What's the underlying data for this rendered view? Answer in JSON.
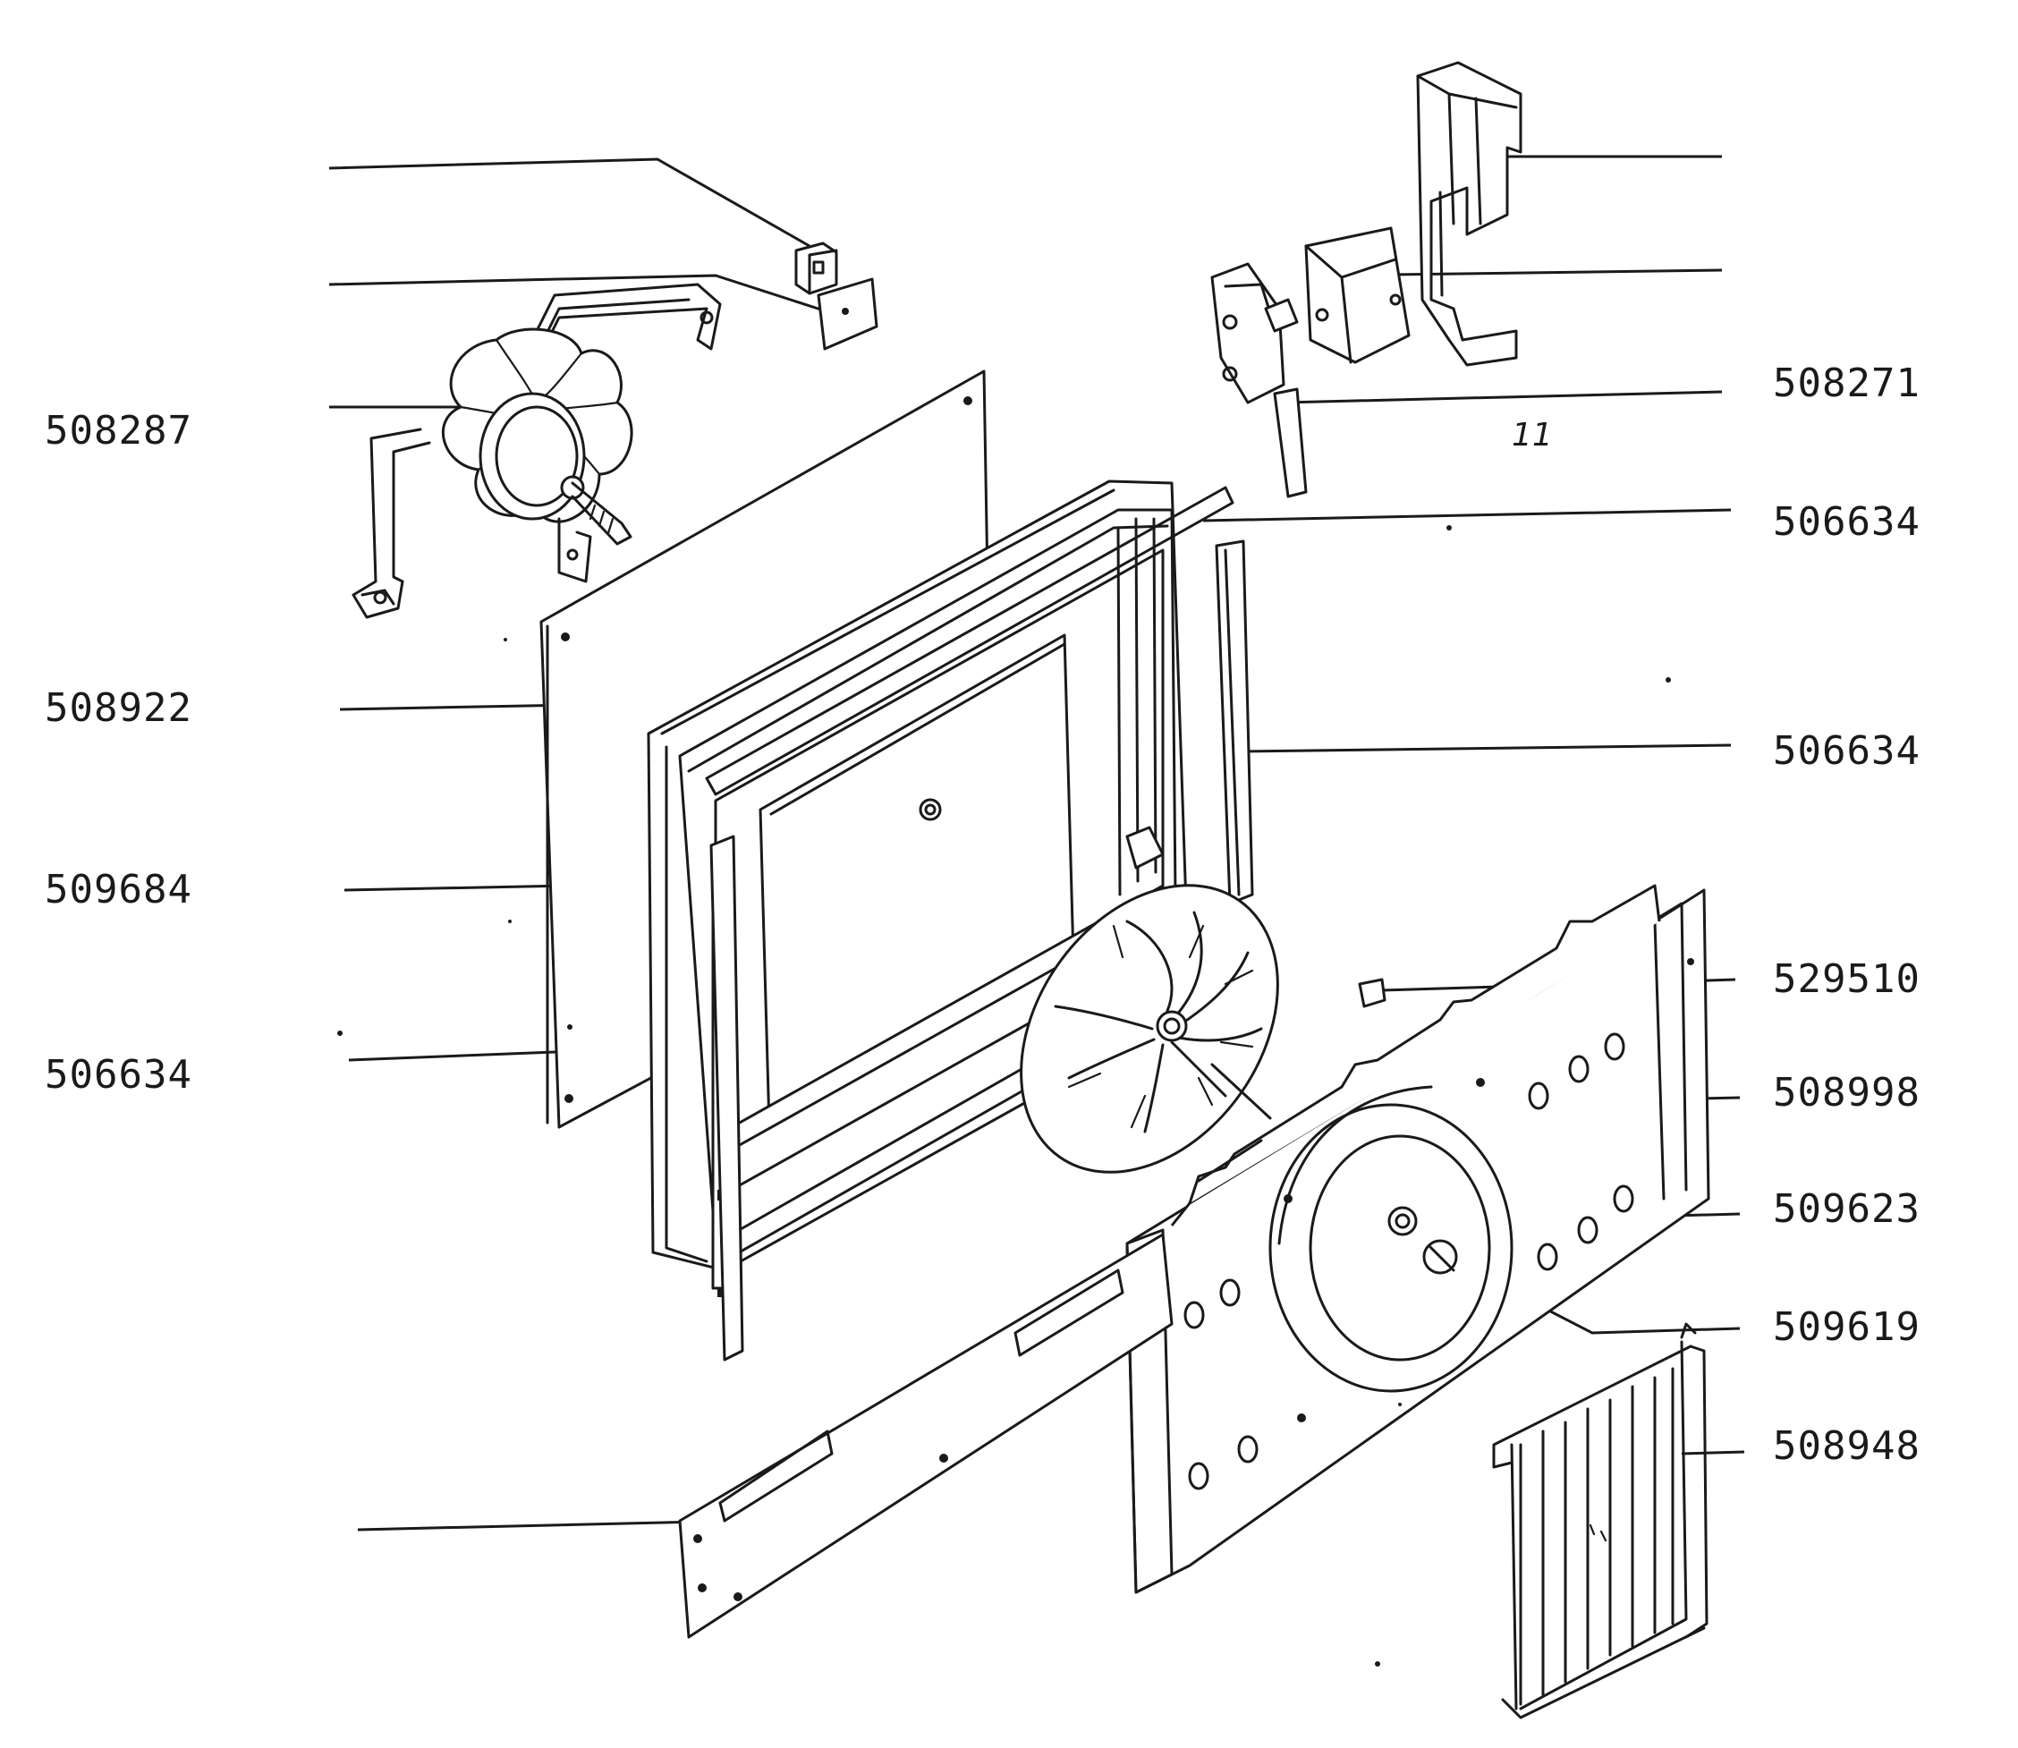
{
  "diagram": {
    "part_numbers": {
      "p508287": "508287",
      "p508922": "508922",
      "p509684": "509684",
      "p506634_left": "506634",
      "p508271": "508271",
      "p506634_top": "506634",
      "p506634_right": "506634",
      "p529510": "529510",
      "p508998": "508998",
      "p509623": "509623",
      "p509619": "509619",
      "p508948": "508948"
    },
    "annotations": {
      "handwritten_mark": "11"
    },
    "colors": {
      "ink": "#1a1a1a",
      "paper": "#ffffff"
    }
  }
}
